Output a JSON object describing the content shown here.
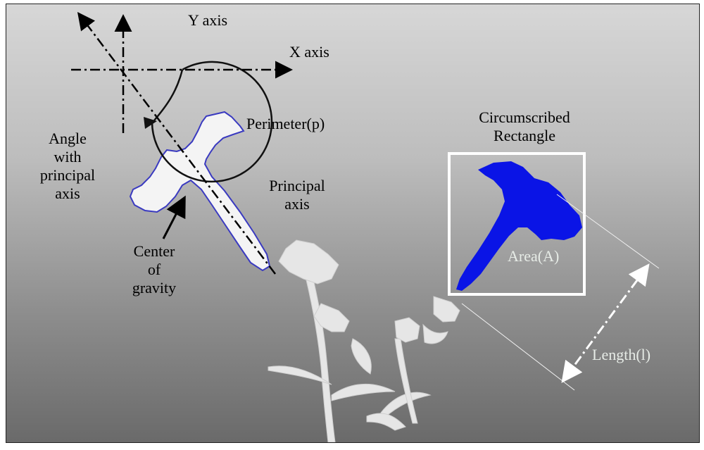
{
  "labels": {
    "y_axis": "Y axis",
    "x_axis": "X axis",
    "perimeter": "Perimeter(p)",
    "circumscribed": [
      "Circumscribed",
      "Rectangle"
    ],
    "angle": [
      "Angle",
      "with",
      "principal",
      "axis"
    ],
    "principal": [
      "Principal",
      "axis"
    ],
    "center_gravity": [
      "Center",
      "of",
      "gravity"
    ],
    "area": "Area(A)",
    "length": "Length(l)"
  },
  "colors": {
    "petal_fill": "#0a14e6",
    "outline": "#2a2a9a",
    "box": "#ffffff"
  }
}
